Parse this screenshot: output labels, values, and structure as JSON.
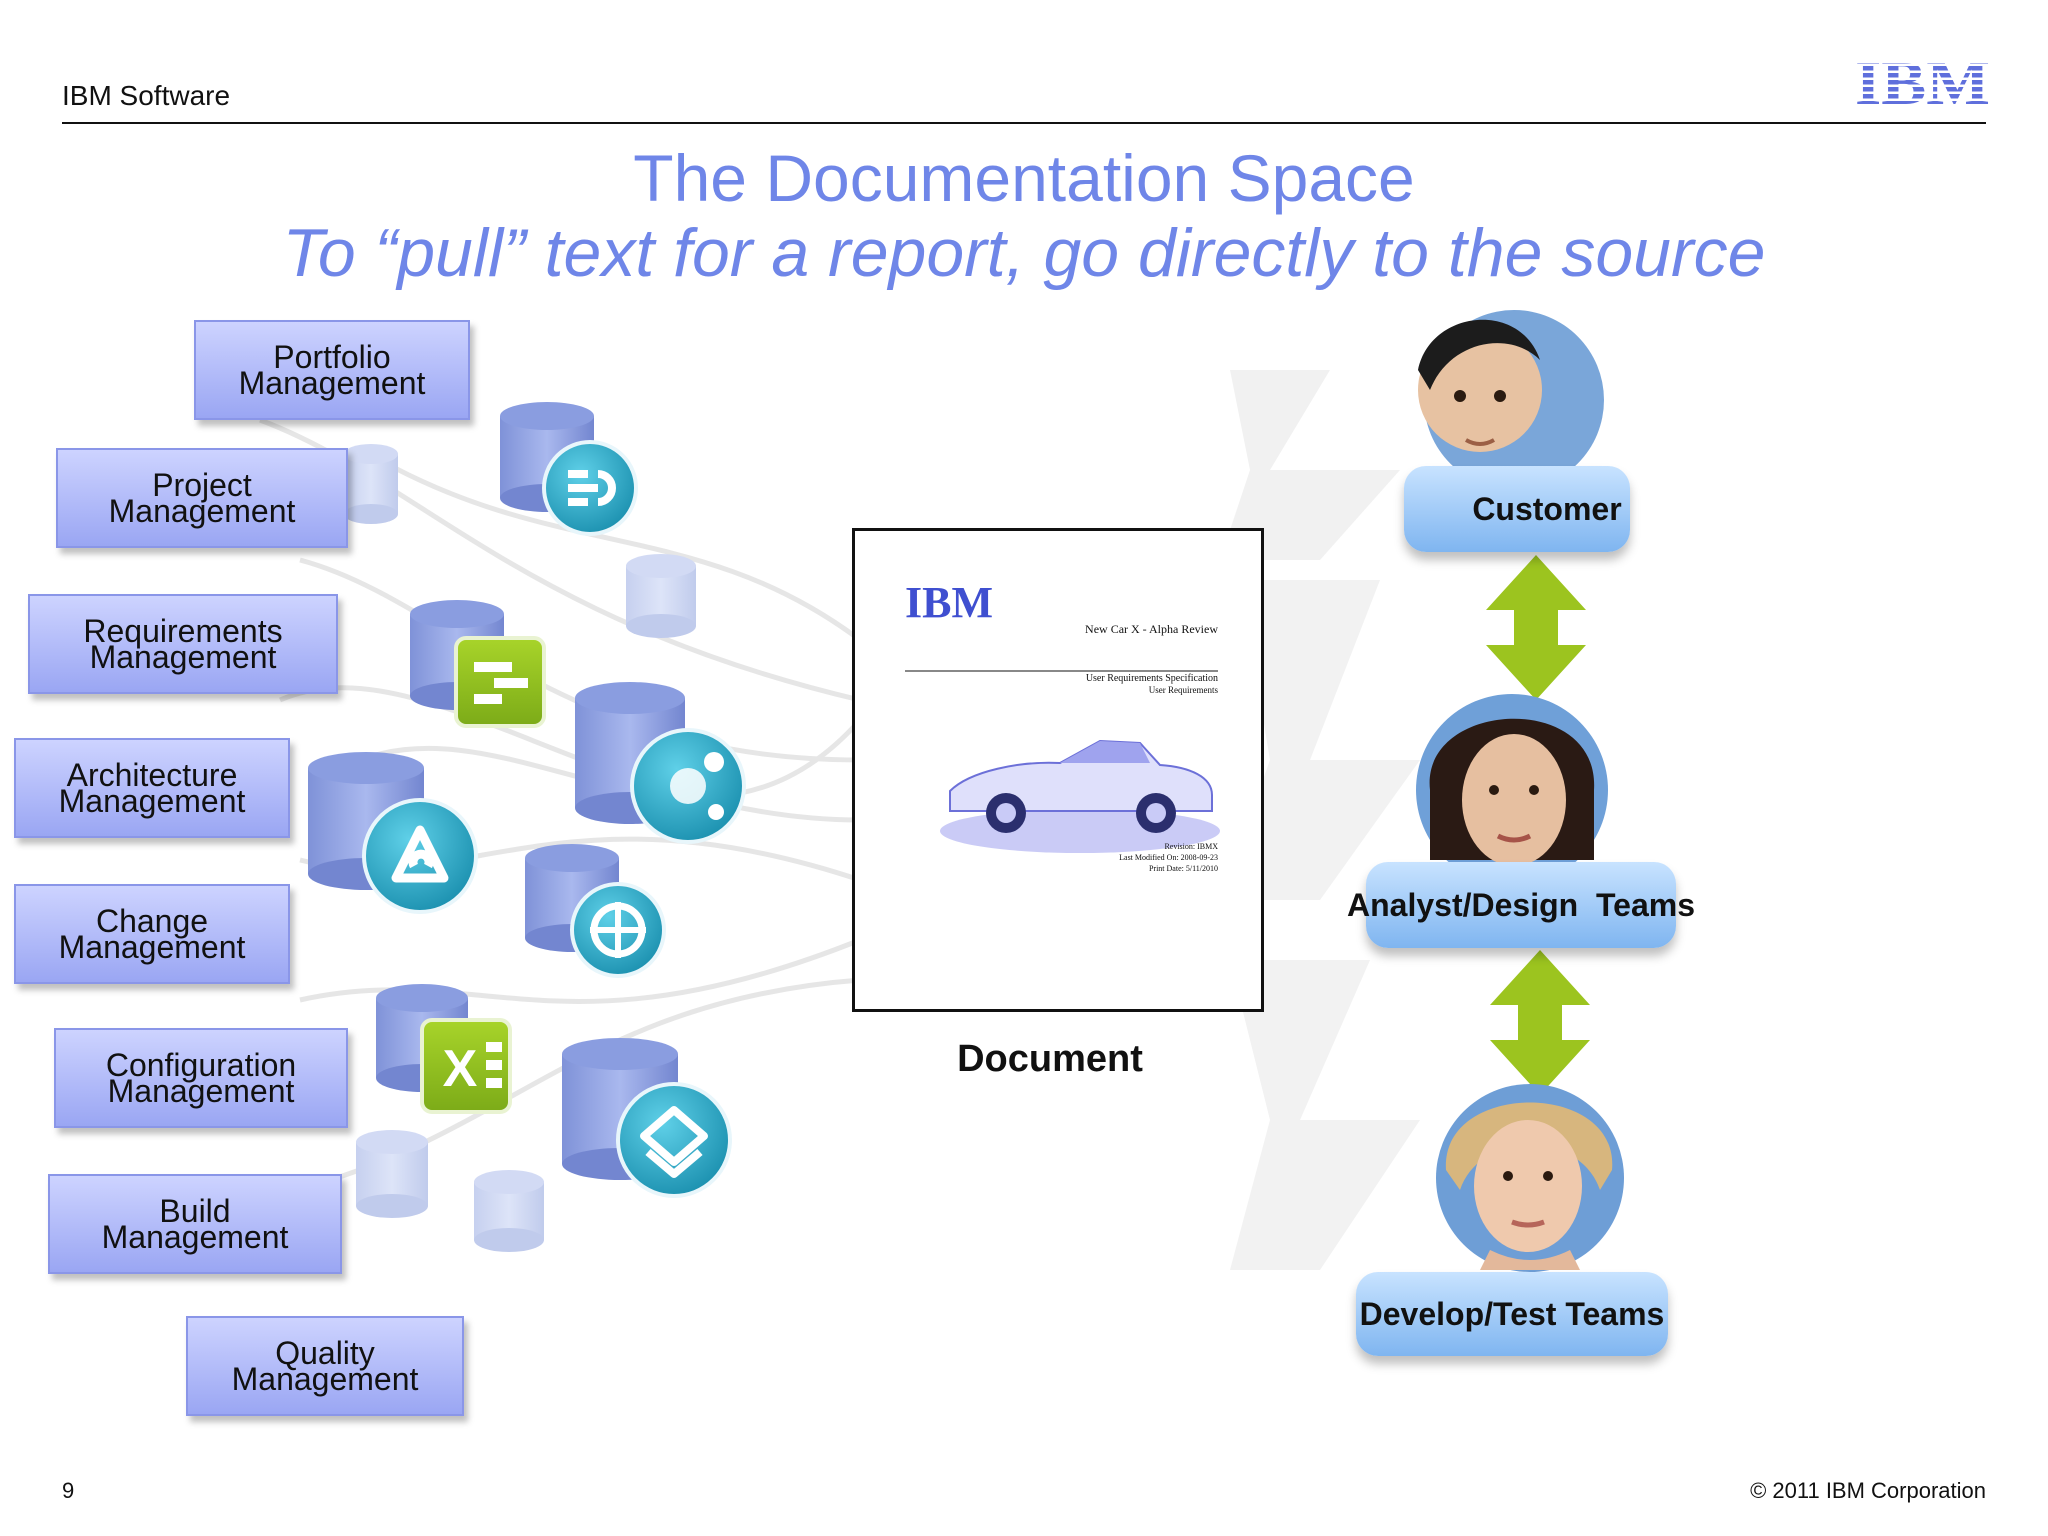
{
  "header": {
    "product": "IBM Software",
    "logo_text": "IBM"
  },
  "title": {
    "main": "The Documentation Space",
    "subtitle": "To “pull” text for a report, go directly to the source"
  },
  "management_areas": [
    "Portfolio\nManagement",
    "Project\nManagement",
    "Requirements\nManagement",
    "Architecture\nManagement",
    "Change\nManagement",
    "Configuration\nManagement",
    "Build\nManagement",
    "Quality\nManagement"
  ],
  "document": {
    "label": "Document",
    "logo": "IBM",
    "title": "New Car X - Alpha Review",
    "spec_line1": "User Requirements Specification",
    "spec_line2": "User Requirements",
    "revision": "Revision:  IBMX",
    "last_modified": "Last Modified On:  2008-09-23",
    "print_date": "Print Date:  5/11/2010"
  },
  "roles": [
    "Customer",
    "Analyst/Design  Teams",
    "Develop/Test Teams"
  ],
  "footer": {
    "page": "9",
    "copyright": "© 2011 IBM Corporation"
  }
}
